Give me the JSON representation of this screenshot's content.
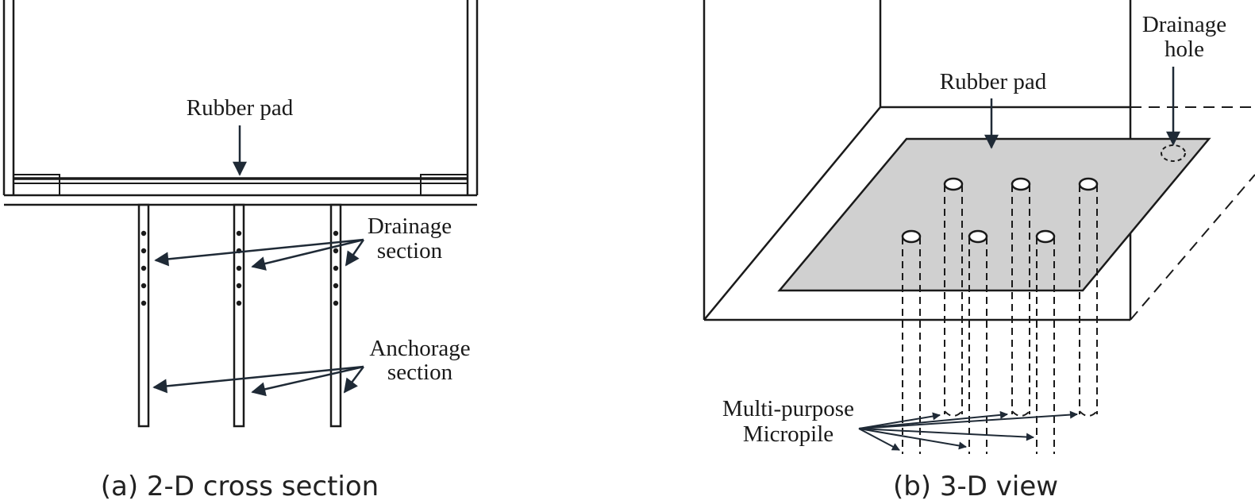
{
  "panel_a": {
    "caption": "(a) 2-D cross section",
    "rubber_pad_label": "Rubber pad",
    "drainage_label": [
      "Drainage",
      "section"
    ],
    "anchorage_label": [
      "Anchorage",
      "section"
    ]
  },
  "panel_b": {
    "caption": "(b) 3-D view",
    "rubber_pad_label": "Rubber pad",
    "drainage_hole_label": [
      "Drainage",
      "hole"
    ],
    "micropile_label": [
      "Multi-purpose",
      "Micropile"
    ]
  },
  "colors": {
    "line": "#1a1a1a",
    "arrow": "#1f2a36",
    "pad_fill": "#d0d0d0"
  }
}
